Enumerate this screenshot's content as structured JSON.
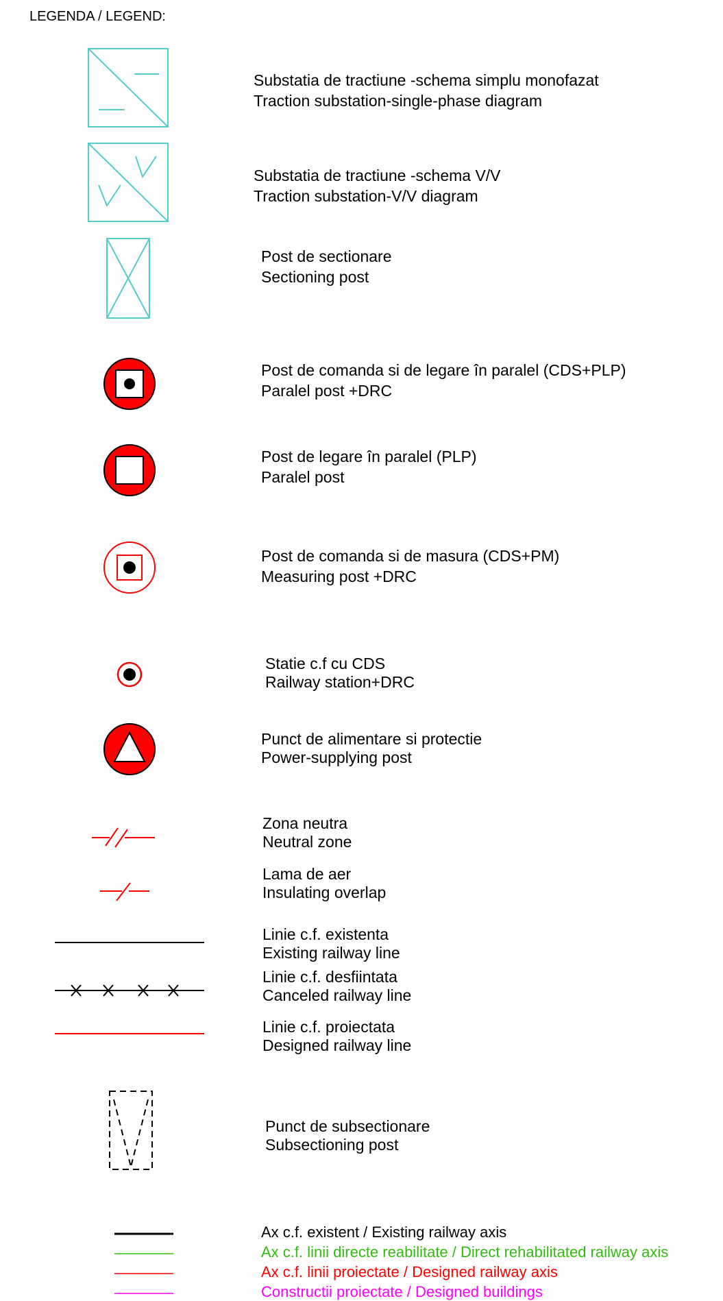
{
  "title": "LEGENDA / LEGEND:",
  "items": [
    {
      "ro": "Substatia de tractiune -schema simplu monofazat",
      "en": "Traction substation-single-phase diagram"
    },
    {
      "ro": "Substatia de tractiune -schema V/V",
      "en": "Traction substation-V/V diagram"
    },
    {
      "ro": "Post de sectionare",
      "en": "Sectioning post"
    },
    {
      "ro": "Post de comanda si de legare în paralel (CDS+PLP)",
      "en": "Paralel post +DRC"
    },
    {
      "ro": "Post de legare în paralel (PLP)",
      "en": "Paralel post"
    },
    {
      "ro": "Post de comanda si de masura (CDS+PM)",
      "en": "Measuring post +DRC"
    },
    {
      "ro": "Statie c.f cu CDS",
      "en": "Railway station+DRC"
    },
    {
      "ro": "Punct de alimentare si protectie",
      "en": "Power-supplying post"
    },
    {
      "ro": "Zona neutra",
      "en": "Neutral zone"
    },
    {
      "ro": "Lama de aer",
      "en": "Insulating overlap"
    },
    {
      "ro": "Linie c.f. existenta",
      "en": "Existing railway line"
    },
    {
      "ro": "Linie c.f. desfiintata",
      "en": "Canceled railway line"
    },
    {
      "ro": "Linie c.f. proiectata",
      "en": "Designed railway line"
    },
    {
      "ro": "Punct de subsectionare",
      "en": "Subsectioning post"
    }
  ],
  "axes": [
    {
      "label": "Ax c.f. existent / Existing railway axis",
      "color": "#000000"
    },
    {
      "label": "Ax c.f. linii directe reabilitate / Direct rehabilitated railway axis",
      "color": "#33bb11"
    },
    {
      "label": "Ax c.f. linii proiectate / Designed railway axis",
      "color": "#ff0000"
    },
    {
      "label": "Constructii proiectate / Designed buildings",
      "color": "#ff00ff"
    }
  ],
  "colors": {
    "cyan": "#55cccc",
    "red": "#ff0000",
    "black": "#000000"
  }
}
